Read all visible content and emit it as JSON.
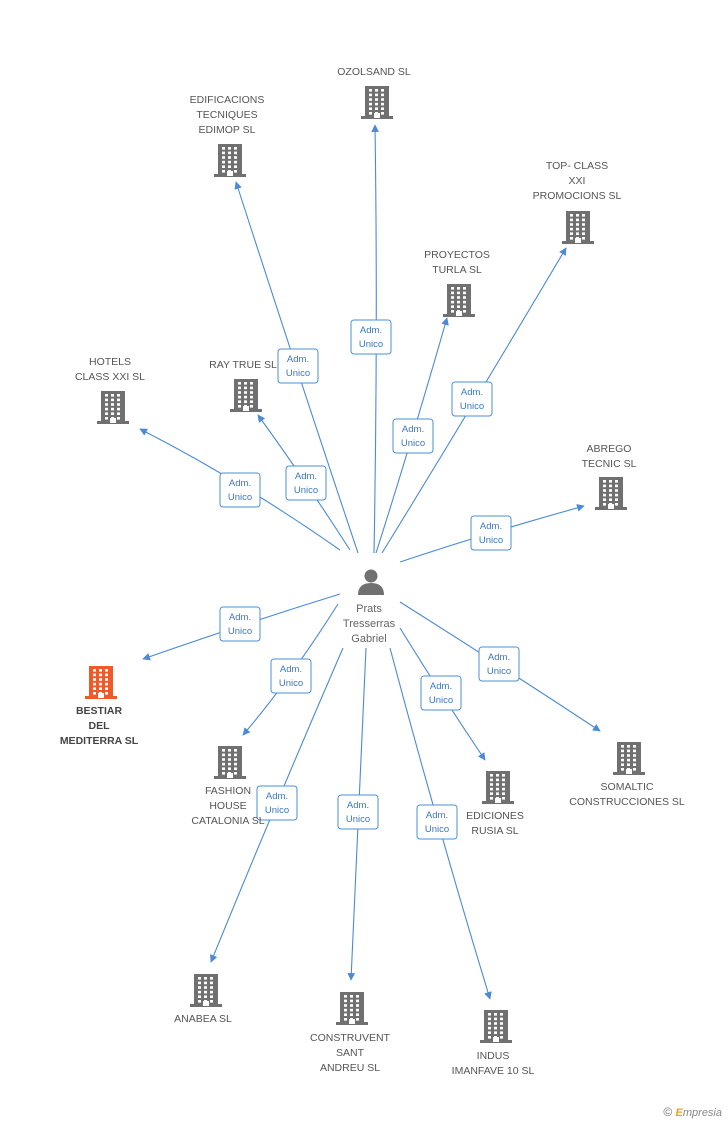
{
  "center": {
    "name": [
      "Prats",
      "Tresserras",
      "Gabriel"
    ],
    "icon": "person-icon"
  },
  "edge_label": [
    "Adm.",
    "Unico"
  ],
  "colors": {
    "edge": "#4a8ad8",
    "building": "#707070",
    "focus_building": "#f05a28"
  },
  "nodes": [
    {
      "id": "ozolsand",
      "label": [
        "OZOLSAND SL"
      ],
      "focus": false
    },
    {
      "id": "edificacions",
      "label": [
        "EDIFICACIONS",
        "TECNIQUES",
        "EDIMOP SL"
      ],
      "focus": false
    },
    {
      "id": "top-class",
      "label": [
        "TOP- CLASS",
        "XXI",
        "PROMOCIONS SL"
      ],
      "focus": false
    },
    {
      "id": "proyectos-turla",
      "label": [
        "PROYECTOS",
        "TURLA SL"
      ],
      "focus": false
    },
    {
      "id": "hotels-class",
      "label": [
        "HOTELS",
        "CLASS XXI SL"
      ],
      "focus": false
    },
    {
      "id": "ray-true",
      "label": [
        "RAY TRUE SL"
      ],
      "focus": false
    },
    {
      "id": "abrego",
      "label": [
        "ABREGO",
        "TECNIC SL"
      ],
      "focus": false
    },
    {
      "id": "bestiar",
      "label": [
        "BESTIAR",
        "DEL",
        "MEDITERRA SL"
      ],
      "focus": true
    },
    {
      "id": "fashion",
      "label": [
        "FASHION",
        "HOUSE",
        "CATALONIA SL"
      ],
      "focus": false
    },
    {
      "id": "ediciones",
      "label": [
        "EDICIONES",
        "RUSIA  SL"
      ],
      "focus": false
    },
    {
      "id": "somaltic",
      "label": [
        "SOMALTIC",
        "CONSTRUCCIONES SL"
      ],
      "focus": false
    },
    {
      "id": "anabea",
      "label": [
        "ANABEA SL"
      ],
      "focus": false
    },
    {
      "id": "construvent",
      "label": [
        "CONSTRUVENT",
        "SANT",
        "ANDREU SL"
      ],
      "focus": false
    },
    {
      "id": "indus",
      "label": [
        "INDUS",
        "IMANFAVE 10 SL"
      ],
      "focus": false
    }
  ],
  "copyright": {
    "symbol": "©",
    "brand_first": "E",
    "brand_rest": "mpresia"
  }
}
